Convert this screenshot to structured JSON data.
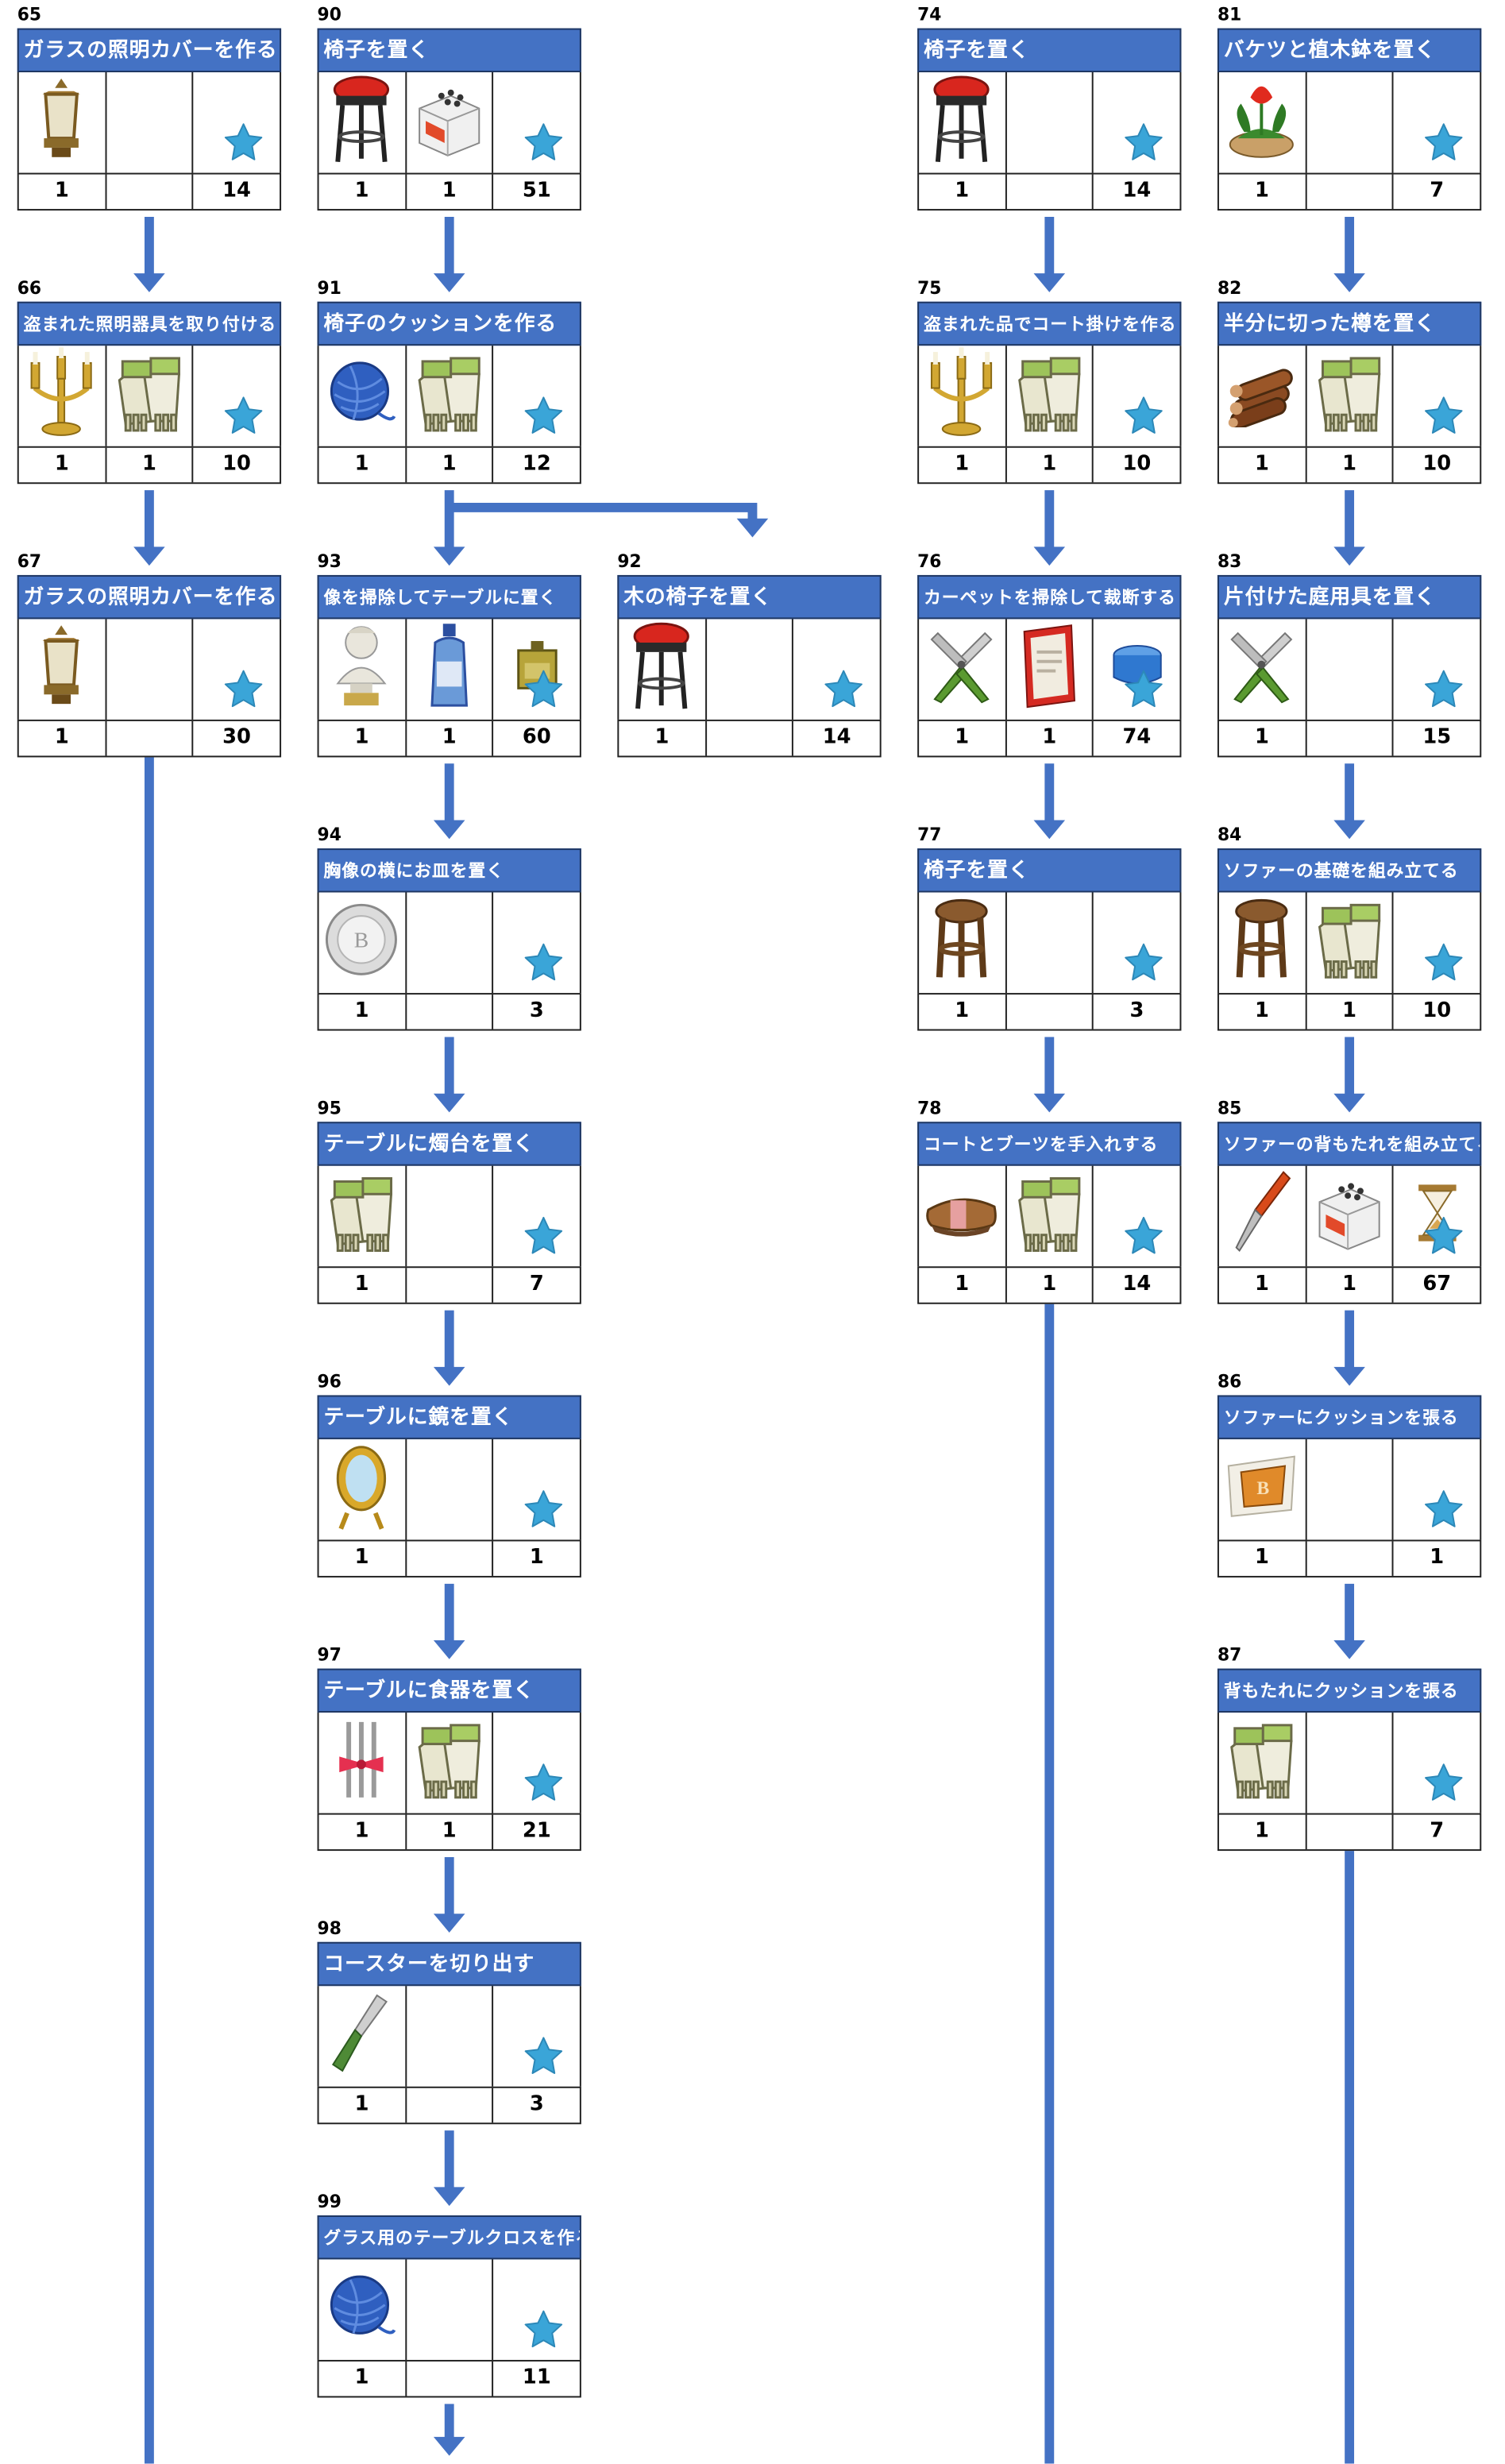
{
  "colors": {
    "title_bg": "#4472c4",
    "arrow": "#4472c4",
    "star": "#3aa5d8"
  },
  "cards": [
    {
      "id": "c65",
      "num": "65",
      "title": "ガラスの照明カバーを作る",
      "icons": [
        "lantern-icon",
        "",
        ""
      ],
      "counts": [
        "1",
        "",
        "14"
      ],
      "star": true
    },
    {
      "id": "c66",
      "num": "66",
      "title": "盗まれた照明器具を取り付ける",
      "small": true,
      "icons": [
        "candelabra-icon",
        "gloves-icon",
        ""
      ],
      "counts": [
        "1",
        "1",
        "10"
      ],
      "star": true
    },
    {
      "id": "c67",
      "num": "67",
      "title": "ガラスの照明カバーを作る",
      "icons": [
        "lantern-icon",
        "",
        ""
      ],
      "counts": [
        "1",
        "",
        "30"
      ],
      "star": true
    },
    {
      "id": "c90",
      "num": "90",
      "title": "椅子を置く",
      "icons": [
        "red-stool-icon",
        "nails-box-icon",
        ""
      ],
      "counts": [
        "1",
        "1",
        "51"
      ],
      "star": true
    },
    {
      "id": "c91",
      "num": "91",
      "title": "椅子のクッションを作る",
      "icons": [
        "yarn-ball-icon",
        "gloves-icon",
        ""
      ],
      "counts": [
        "1",
        "1",
        "12"
      ],
      "star": true
    },
    {
      "id": "c93",
      "num": "93",
      "title": "像を掃除してテーブルに置く",
      "small": true,
      "icons": [
        "bust-icon",
        "cleaner-bottle-icon",
        "oil-can-icon"
      ],
      "counts": [
        "1",
        "1",
        "60"
      ],
      "star": true
    },
    {
      "id": "c92",
      "num": "92",
      "title": "木の椅子を置く",
      "icons": [
        "red-stool-icon",
        "",
        ""
      ],
      "counts": [
        "1",
        "",
        "14"
      ],
      "star": true
    },
    {
      "id": "c94",
      "num": "94",
      "title": "胸像の横にお皿を置く",
      "small": true,
      "icons": [
        "plate-icon",
        "",
        ""
      ],
      "counts": [
        "1",
        "",
        "3"
      ],
      "star": true
    },
    {
      "id": "c95",
      "num": "95",
      "title": "テーブルに燭台を置く",
      "icons": [
        "gloves-icon",
        "",
        ""
      ],
      "counts": [
        "1",
        "",
        "7"
      ],
      "star": true
    },
    {
      "id": "c96",
      "num": "96",
      "title": "テーブルに鏡を置く",
      "icons": [
        "mirror-icon",
        "",
        ""
      ],
      "counts": [
        "1",
        "",
        "1"
      ],
      "star": true
    },
    {
      "id": "c97",
      "num": "97",
      "title": "テーブルに食器を置く",
      "icons": [
        "cutlery-icon",
        "gloves-icon",
        ""
      ],
      "counts": [
        "1",
        "1",
        "21"
      ],
      "star": true
    },
    {
      "id": "c98",
      "num": "98",
      "title": "コースターを切り出す",
      "icons": [
        "knife-icon",
        "",
        ""
      ],
      "counts": [
        "1",
        "",
        "3"
      ],
      "star": true
    },
    {
      "id": "c99",
      "num": "99",
      "title": "グラス用のテーブルクロスを作る",
      "small": true,
      "icons": [
        "yarn-ball-icon",
        "",
        ""
      ],
      "counts": [
        "1",
        "",
        "11"
      ],
      "star": true
    },
    {
      "id": "c74",
      "num": "74",
      "title": "椅子を置く",
      "icons": [
        "red-stool-icon",
        "",
        ""
      ],
      "counts": [
        "1",
        "",
        "14"
      ],
      "star": true
    },
    {
      "id": "c75",
      "num": "75",
      "title": "盗まれた品でコート掛けを作る",
      "small": true,
      "icons": [
        "candelabra-icon",
        "gloves-icon",
        ""
      ],
      "counts": [
        "1",
        "1",
        "10"
      ],
      "star": true
    },
    {
      "id": "c76",
      "num": "76",
      "title": "カーペットを掃除して裁断する",
      "small": true,
      "icons": [
        "shears-icon",
        "book-box-icon",
        "blue-can-icon"
      ],
      "counts": [
        "1",
        "1",
        "74"
      ],
      "star": true
    },
    {
      "id": "c77",
      "num": "77",
      "title": "椅子を置く",
      "icons": [
        "wood-stool-icon",
        "",
        ""
      ],
      "counts": [
        "1",
        "",
        "3"
      ],
      "star": true
    },
    {
      "id": "c78",
      "num": "78",
      "title": "コートとブーツを手入れする",
      "small": true,
      "icons": [
        "brush-icon",
        "gloves-icon",
        ""
      ],
      "counts": [
        "1",
        "1",
        "14"
      ],
      "star": true
    },
    {
      "id": "c81",
      "num": "81",
      "title": "バケツと植木鉢を置く",
      "icons": [
        "flower-pot-icon",
        "",
        ""
      ],
      "counts": [
        "1",
        "",
        "7"
      ],
      "star": true
    },
    {
      "id": "c82",
      "num": "82",
      "title": "半分に切った樽を置く",
      "icons": [
        "logs-icon",
        "gloves-icon",
        ""
      ],
      "counts": [
        "1",
        "1",
        "10"
      ],
      "star": true
    },
    {
      "id": "c83",
      "num": "83",
      "title": "片付けた庭用具を置く",
      "icons": [
        "shears-icon",
        "",
        ""
      ],
      "counts": [
        "1",
        "",
        "15"
      ],
      "star": true
    },
    {
      "id": "c84",
      "num": "84",
      "title": "ソファーの基礎を組み立てる",
      "small": true,
      "icons": [
        "wood-stool-icon",
        "gloves-icon",
        ""
      ],
      "counts": [
        "1",
        "1",
        "10"
      ],
      "star": true
    },
    {
      "id": "c85",
      "num": "85",
      "title": "ソファーの背もたれを組み立てる",
      "small": true,
      "icons": [
        "screwdriver-icon",
        "nails-box-icon",
        "hourglass-icon"
      ],
      "counts": [
        "1",
        "1",
        "67"
      ],
      "star": true
    },
    {
      "id": "c86",
      "num": "86",
      "title": "ソファーにクッションを張る",
      "small": true,
      "icons": [
        "cushion-icon",
        "",
        ""
      ],
      "counts": [
        "1",
        "",
        "1"
      ],
      "star": true
    },
    {
      "id": "c87",
      "num": "87",
      "title": "背もたれにクッションを張る",
      "small": true,
      "icons": [
        "gloves-icon",
        "",
        ""
      ],
      "counts": [
        "1",
        "",
        "7"
      ],
      "star": true
    }
  ]
}
